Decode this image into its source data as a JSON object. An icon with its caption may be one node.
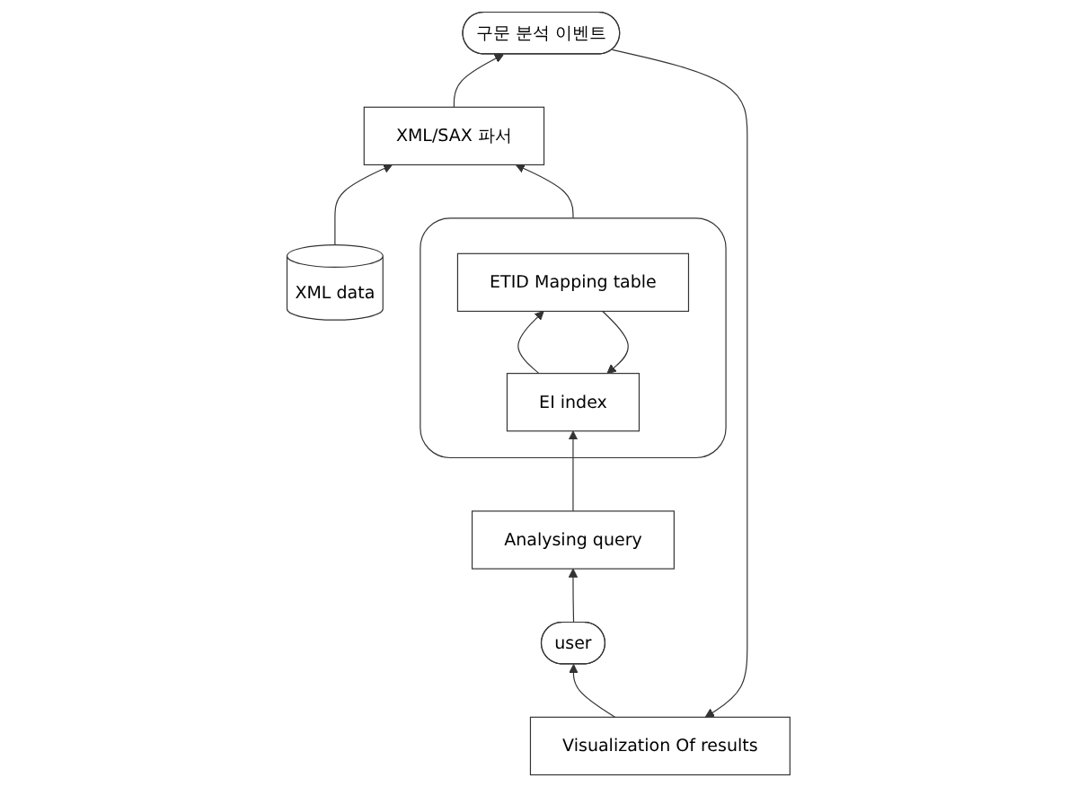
{
  "diagram": {
    "nodes": [
      {
        "text": [
          "Visualization Of results"
        ]
      },
      {
        "text": [
          "구문 분석 이벤트"
        ]
      },
      {
        "text": [
          "user"
        ]
      },
      {
        "text": [
          "XML data"
        ]
      },
      {
        "text": [
          "XML/SAX 파서"
        ]
      },
      {
        "text": [
          "Analysing query"
        ]
      },
      {
        "text": [],
        "shape": "cylinder"
      },
      {
        "text": [
          "ETID Mapping table"
        ],
        "in": 6
      },
      {
        "text": [
          "EI index"
        ],
        "in": 6
      }
    ],
    "edges": [
      {
        "from": 1,
        "to": 0,
        "arrow": "to"
      },
      {
        "from": 0,
        "to": 2,
        "arrow": "to"
      },
      {
        "from": 2,
        "to": 5,
        "arrow": "to"
      },
      {
        "from": 3,
        "to": 4,
        "arrow": "to"
      },
      {
        "from": 4,
        "to": 1,
        "arrow": "to"
      },
      {
        "from": 6,
        "to": 4,
        "arrow": "to"
      },
      {
        "from": 5,
        "to": 8,
        "arrow": "to"
      },
      {
        "from": 8,
        "to": 7,
        "arrow": "to"
      },
      {
        "from": 7,
        "to": 8,
        "arrow": "to"
      }
    ]
  }
}
